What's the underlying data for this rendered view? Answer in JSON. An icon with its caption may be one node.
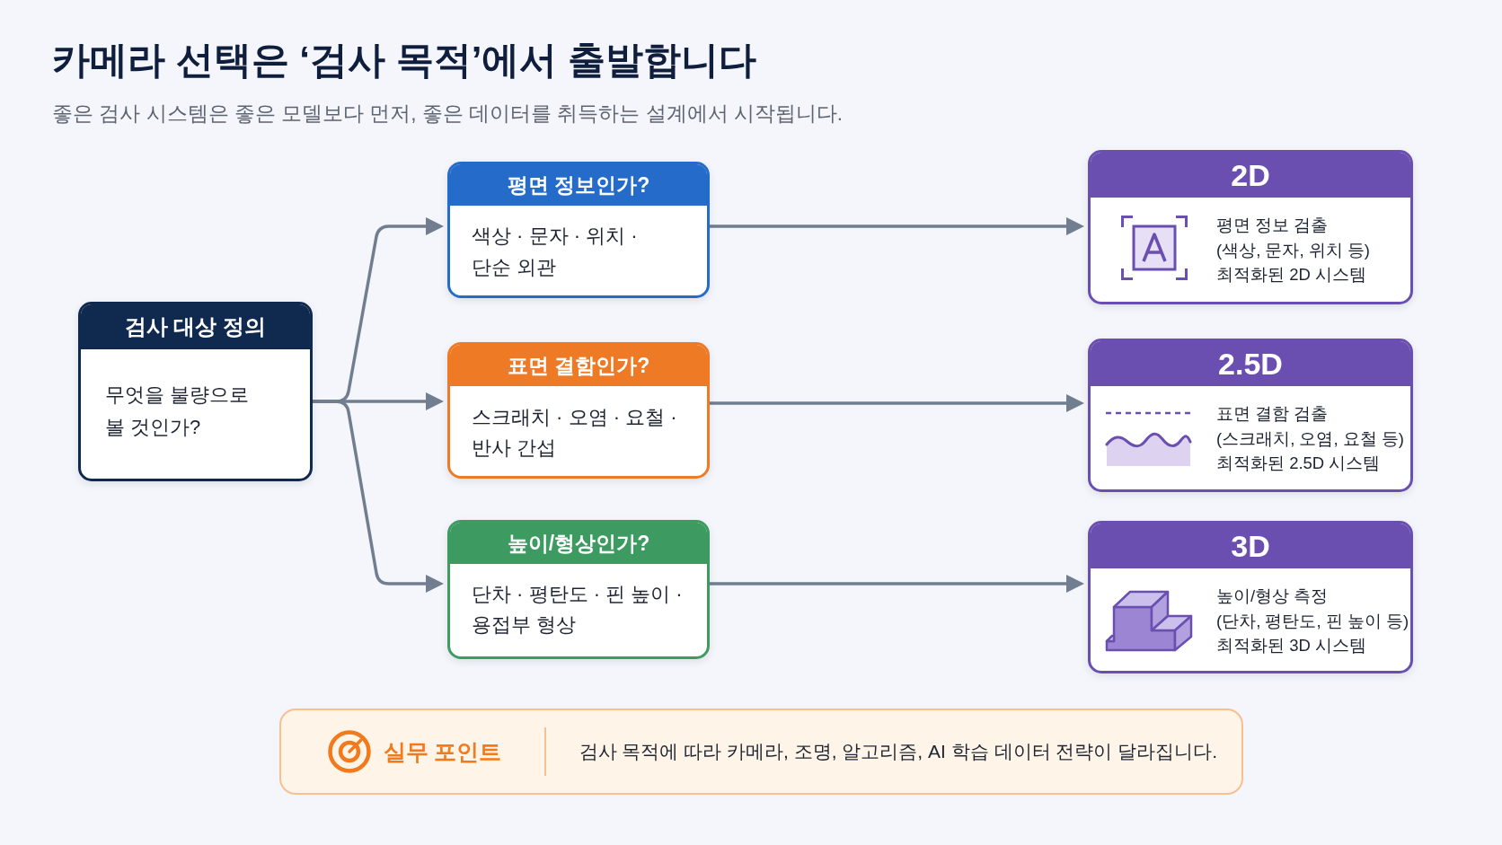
{
  "diagram": {
    "title": "카메라 선택은 ‘검사 목적’에서 출발합니다",
    "nodes": [
      {
        "text": [
          "검사 대상 정의",
          "무엇을 불량으로 볼 것인가?"
        ]
      },
      {
        "text": [
          "평면 정보인가?",
          "색상 · 문자 · 위치 · 단순 외관"
        ]
      },
      {
        "text": [
          "표면 결함인가?",
          "스크래치 · 오염 · 요철 · 반사 간섭"
        ]
      },
      {
        "text": [
          "높이/형상인가?",
          "단차 · 평탄도 · 핀 높이 · 용접부 형상"
        ]
      },
      {
        "text": [
          "2D",
          "평면 정보 검출",
          "(색상, 문자, 위치 등)",
          "최적화된 2D 시스템"
        ]
      },
      {
        "text": [
          "2.5D",
          "표면 결함 검출",
          "(스크래치, 오염, 요철 등)",
          "최적화된 2.5D 시스템"
        ]
      },
      {
        "text": [
          "3D",
          "높이/형상 측정",
          "(단차, 평탄도, 핀 높이 등)",
          "최적화된 3D 시스템"
        ]
      },
      {
        "text": [
          "실무 포인트",
          "검사 목적에 따라 카메라, 조명, 알고리즘, AI 학습 데이터 전략이 달라집니다."
        ]
      }
    ],
    "edges": [
      {
        "from": 0,
        "to": 1,
        "arrow": "to"
      },
      {
        "from": 0,
        "to": 2,
        "arrow": "to"
      },
      {
        "from": 0,
        "to": 3,
        "arrow": "to"
      },
      {
        "from": 1,
        "to": 4,
        "arrow": "to"
      },
      {
        "from": 2,
        "to": 5,
        "arrow": "to"
      },
      {
        "from": 3,
        "to": 6,
        "arrow": "to"
      }
    ],
    "labels": [
      "좋은 검사 시스템은 좋은 모델보다 먼저, 좋은 데이터를 취득하는 설계에서 시작됩니다."
    ]
  }
}
